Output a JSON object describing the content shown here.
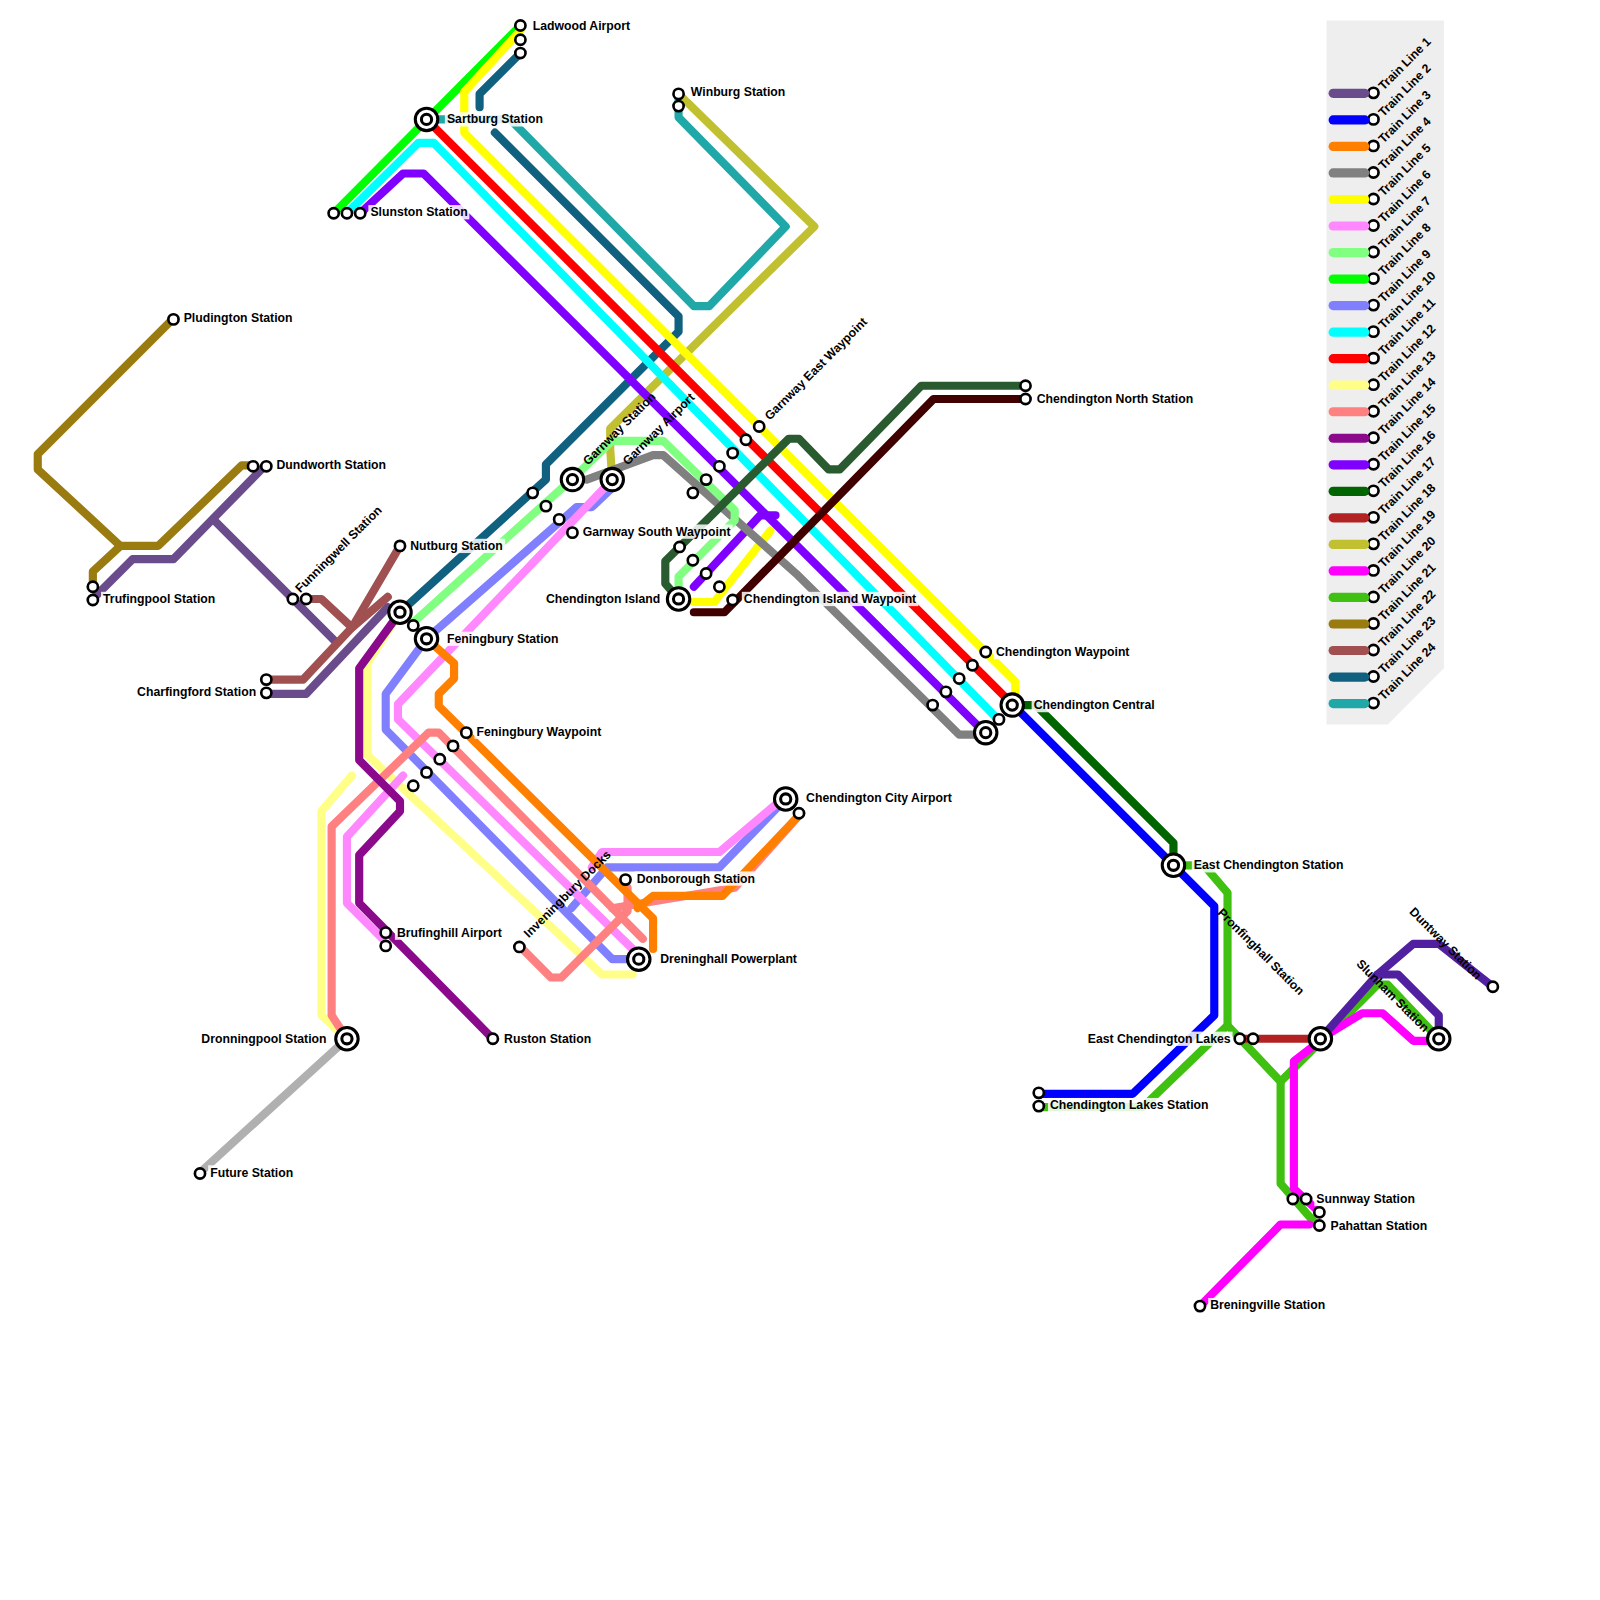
{
  "diagram": {
    "labels": [
      "Ladwood Airport",
      "Sartburg Station",
      "Winburg Station",
      "Slunston Station",
      "Pludington Station",
      "Dundworth Station",
      "Funningwell Station",
      "Nutburg Station",
      "Trufingpool Station",
      "Charfingford Station",
      "Feningbury Station",
      "Feningbury Waypoint",
      "Garnway Station",
      "Garnway Airport",
      "Garnway South Waypoint",
      "Garnway East Waypoint",
      "Chendington North Station",
      "Chendington Island",
      "Chendington Island Waypoint",
      "Chendington Waypoint",
      "Chendington Central",
      "Chendington City Airport",
      "Inveningbury Docks",
      "Donborough Station",
      "Dreninghall Powerplant",
      "Brufinghill Airport",
      "Ruston Station",
      "Dronningpool Station",
      "Future Station",
      "East Chendington Station",
      "Pronfinghall Station",
      "East Chendington Lakes",
      "Chendington Lakes Station",
      "Slunham Station",
      "Duntway Station",
      "Sunnway Station",
      "Pahattan Station",
      "Breningville Station"
    ],
    "legend": [
      {
        "text": "Train Line 1",
        "color": "#6a4c8c"
      },
      {
        "text": "Train Line 2",
        "color": "#0000ff"
      },
      {
        "text": "Train Line 3",
        "color": "#ff8000"
      },
      {
        "text": "Train Line 4",
        "color": "#808080"
      },
      {
        "text": "Train Line 5",
        "color": "#ffff00"
      },
      {
        "text": "Train Line 6",
        "color": "#ff88ff"
      },
      {
        "text": "Train Line 7",
        "color": "#80ff80"
      },
      {
        "text": "Train Line 8",
        "color": "#00ff00"
      },
      {
        "text": "Train Line 9",
        "color": "#8080ff"
      },
      {
        "text": "Train Line 10",
        "color": "#00ffff"
      },
      {
        "text": "Train Line 11",
        "color": "#ff0000"
      },
      {
        "text": "Train Line 12",
        "color": "#ffff88"
      },
      {
        "text": "Train Line 13",
        "color": "#ff8080"
      },
      {
        "text": "Train Line 14",
        "color": "#8b0a8b"
      },
      {
        "text": "Train Line 15",
        "color": "#8000ff"
      },
      {
        "text": "Train Line 16",
        "color": "#006400"
      },
      {
        "text": "Train Line 17",
        "color": "#b22222"
      },
      {
        "text": "Train Line 18",
        "color": "#c0c030"
      },
      {
        "text": "Train Line 19",
        "color": "#ff00ff"
      },
      {
        "text": "Train Line 20",
        "color": "#40c010"
      },
      {
        "text": "Train Line 21",
        "color": "#9a7b10"
      },
      {
        "text": "Train Line 22",
        "color": "#a05050"
      },
      {
        "text": "Train Line 23",
        "color": "#106080"
      },
      {
        "text": "Train Line 24",
        "color": "#20a8a8"
      }
    ]
  }
}
